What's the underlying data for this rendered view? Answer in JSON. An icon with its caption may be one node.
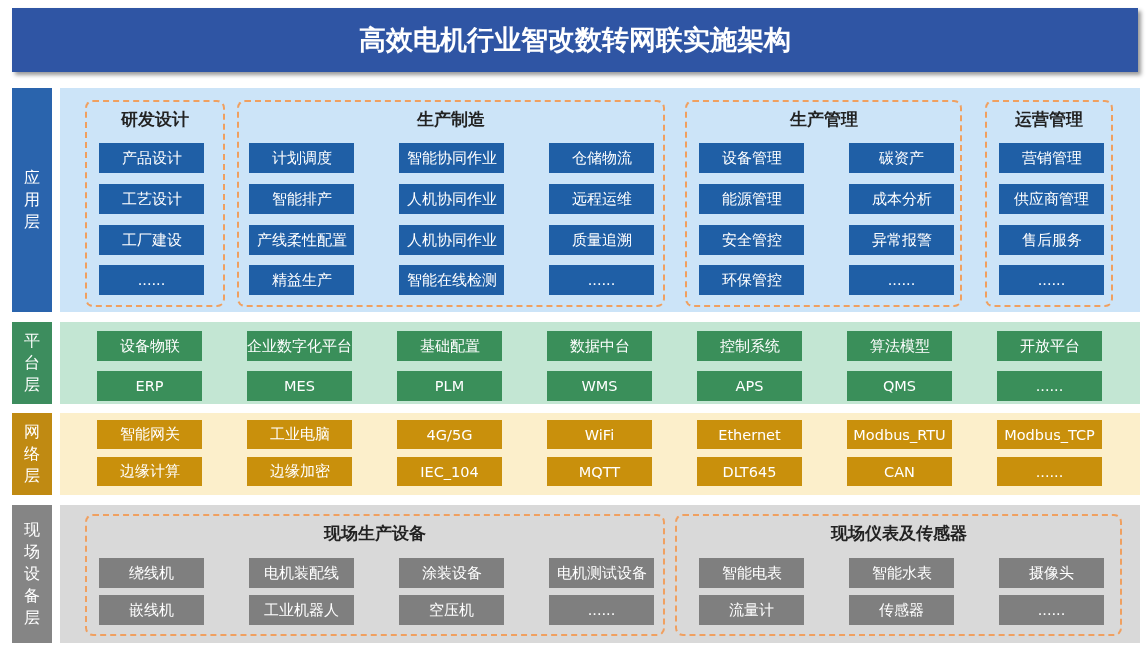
{
  "diagram": {
    "title": "高效电机行业智改数转网联实施架构",
    "nodes": [
      {
        "text": [
          "应用层"
        ]
      },
      {
        "text": [
          "研发设计"
        ],
        "in": 0
      },
      {
        "text": [
          "产品设计"
        ],
        "in": 1
      },
      {
        "text": [
          "工艺设计"
        ],
        "in": 1
      },
      {
        "text": [
          "工厂建设"
        ],
        "in": 1
      },
      {
        "text": [
          "......"
        ],
        "in": 1
      },
      {
        "text": [
          "生产制造"
        ],
        "in": 0
      },
      {
        "text": [
          "计划调度"
        ],
        "in": 6
      },
      {
        "text": [
          "智能协同作业"
        ],
        "in": 6
      },
      {
        "text": [
          "仓储物流"
        ],
        "in": 6
      },
      {
        "text": [
          "智能排产"
        ],
        "in": 6
      },
      {
        "text": [
          "人机协同作业"
        ],
        "in": 6
      },
      {
        "text": [
          "远程运维"
        ],
        "in": 6
      },
      {
        "text": [
          "产线柔性配置"
        ],
        "in": 6
      },
      {
        "text": [
          "人机协同作业"
        ],
        "in": 6
      },
      {
        "text": [
          "质量追溯"
        ],
        "in": 6
      },
      {
        "text": [
          "精益生产"
        ],
        "in": 6
      },
      {
        "text": [
          "智能在线检测"
        ],
        "in": 6
      },
      {
        "text": [
          "......"
        ],
        "in": 6
      },
      {
        "text": [
          "生产管理"
        ],
        "in": 0
      },
      {
        "text": [
          "设备管理"
        ],
        "in": 19
      },
      {
        "text": [
          "碳资产"
        ],
        "in": 19
      },
      {
        "text": [
          "能源管理"
        ],
        "in": 19
      },
      {
        "text": [
          "成本分析"
        ],
        "in": 19
      },
      {
        "text": [
          "安全管控"
        ],
        "in": 19
      },
      {
        "text": [
          "异常报警"
        ],
        "in": 19
      },
      {
        "text": [
          "环保管控"
        ],
        "in": 19
      },
      {
        "text": [
          "......"
        ],
        "in": 19
      },
      {
        "text": [
          "运营管理"
        ],
        "in": 0
      },
      {
        "text": [
          "营销管理"
        ],
        "in": 28
      },
      {
        "text": [
          "供应商管理"
        ],
        "in": 28
      },
      {
        "text": [
          "售后服务"
        ],
        "in": 28
      },
      {
        "text": [
          "......"
        ],
        "in": 28
      },
      {
        "text": [
          "平台层"
        ]
      },
      {
        "text": [
          "设备物联"
        ],
        "in": 33
      },
      {
        "text": [
          "企业数字化平台"
        ],
        "in": 33
      },
      {
        "text": [
          "基础配置"
        ],
        "in": 33
      },
      {
        "text": [
          "数据中台"
        ],
        "in": 33
      },
      {
        "text": [
          "控制系统"
        ],
        "in": 33
      },
      {
        "text": [
          "算法模型"
        ],
        "in": 33
      },
      {
        "text": [
          "开放平台"
        ],
        "in": 33
      },
      {
        "text": [
          "ERP"
        ],
        "in": 33
      },
      {
        "text": [
          "MES"
        ],
        "in": 33
      },
      {
        "text": [
          "PLM"
        ],
        "in": 33
      },
      {
        "text": [
          "WMS"
        ],
        "in": 33
      },
      {
        "text": [
          "APS"
        ],
        "in": 33
      },
      {
        "text": [
          "QMS"
        ],
        "in": 33
      },
      {
        "text": [
          "......"
        ],
        "in": 33
      },
      {
        "text": [
          "网络层"
        ]
      },
      {
        "text": [
          "智能网关"
        ],
        "in": 48
      },
      {
        "text": [
          "工业电脑"
        ],
        "in": 48
      },
      {
        "text": [
          "4G/5G"
        ],
        "in": 48
      },
      {
        "text": [
          "WiFi"
        ],
        "in": 48
      },
      {
        "text": [
          "Ethernet"
        ],
        "in": 48
      },
      {
        "text": [
          "Modbus_RTU"
        ],
        "in": 48
      },
      {
        "text": [
          "Modbus_TCP"
        ],
        "in": 48
      },
      {
        "text": [
          "边缘计算"
        ],
        "in": 48
      },
      {
        "text": [
          "边缘加密"
        ],
        "in": 48
      },
      {
        "text": [
          "IEC_104"
        ],
        "in": 48
      },
      {
        "text": [
          "MQTT"
        ],
        "in": 48
      },
      {
        "text": [
          "DLT645"
        ],
        "in": 48
      },
      {
        "text": [
          "CAN"
        ],
        "in": 48
      },
      {
        "text": [
          "......"
        ],
        "in": 48
      },
      {
        "text": [
          "现场设备层"
        ]
      },
      {
        "text": [
          "现场生产设备"
        ],
        "in": 63
      },
      {
        "text": [
          "绕线机"
        ],
        "in": 64
      },
      {
        "text": [
          "电机装配线"
        ],
        "in": 64
      },
      {
        "text": [
          "涂装设备"
        ],
        "in": 64
      },
      {
        "text": [
          "电机测试设备"
        ],
        "in": 64
      },
      {
        "text": [
          "嵌线机"
        ],
        "in": 64
      },
      {
        "text": [
          "工业机器人"
        ],
        "in": 64
      },
      {
        "text": [
          "空压机"
        ],
        "in": 64
      },
      {
        "text": [
          "......"
        ],
        "in": 64
      },
      {
        "text": [
          "现场仪表及传感器"
        ],
        "in": 63
      },
      {
        "text": [
          "智能电表"
        ],
        "in": 73
      },
      {
        "text": [
          "智能水表"
        ],
        "in": 73
      },
      {
        "text": [
          "摄像头"
        ],
        "in": 73
      },
      {
        "text": [
          "流量计"
        ],
        "in": 73
      },
      {
        "text": [
          "传感器"
        ],
        "in": 73
      },
      {
        "text": [
          "......"
        ],
        "in": 73
      }
    ]
  }
}
